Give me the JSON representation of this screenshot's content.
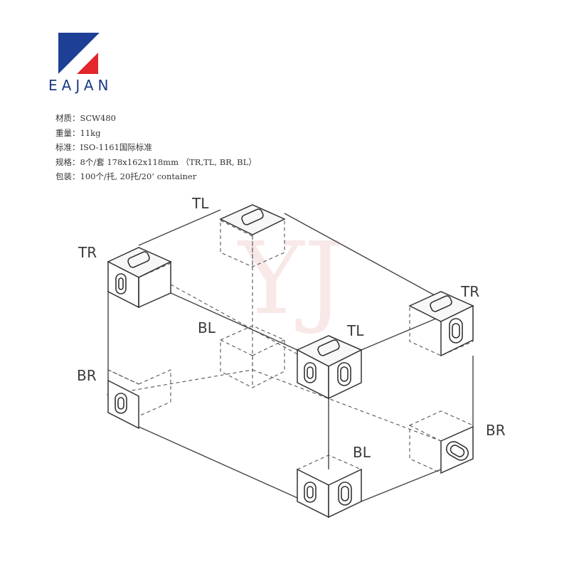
{
  "brand": {
    "name": "EAJAN",
    "colors": {
      "blue": "#1d3f95",
      "red": "#e2262b"
    }
  },
  "specs": [
    "材质：SCW480",
    "重量：11kg",
    "标准：ISO-1161国际标准",
    "规格：8个/套 178x162x118mm （TR,TL, BR, BL）",
    "包装：100个/托, 20托/20’ container"
  ],
  "watermark": "YJ",
  "labels": {
    "tl_back": "TL",
    "tr_left": "TR",
    "bl_back": "BL",
    "tl_front": "TL",
    "tr_right": "TR",
    "br_left": "BR",
    "br_right": "BR",
    "bl_front": "BL"
  }
}
